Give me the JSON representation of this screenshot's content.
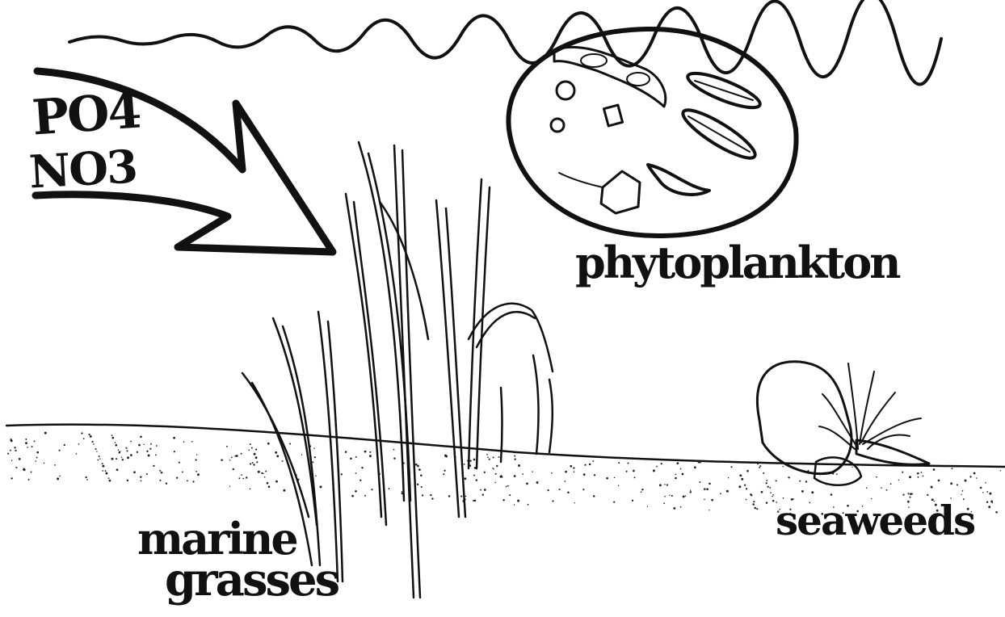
{
  "labels": {
    "po4": "PO4",
    "no3": "NO3",
    "phytoplankton": "phytoplankton",
    "seaweeds": "seaweeds",
    "marine": "marine",
    "grasses": "grasses"
  }
}
